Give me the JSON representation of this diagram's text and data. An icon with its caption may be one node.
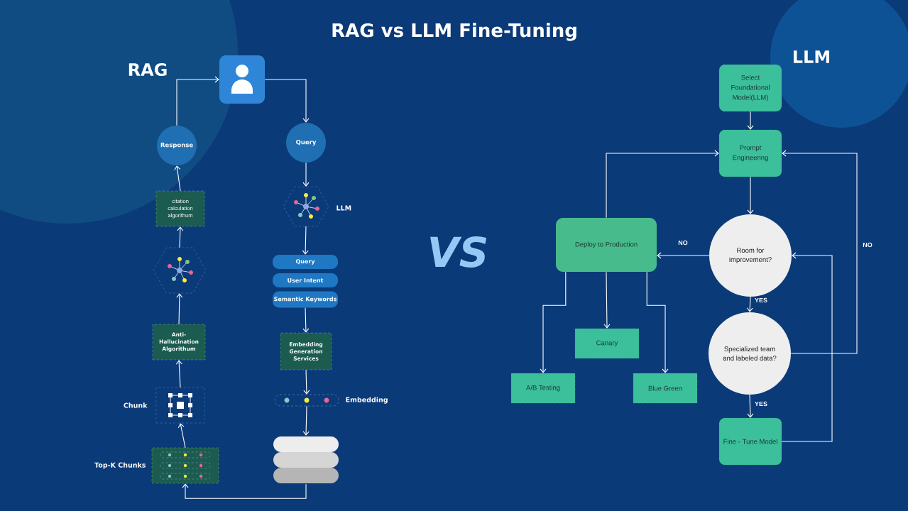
{
  "diagram": {
    "title": "RAG vs LLM Fine-Tuning",
    "nodes": [
      {
        "text": [],
        "shape": "picture"
      },
      {
        "text": [
          "Response"
        ]
      },
      {
        "text": [
          "Query"
        ]
      },
      {
        "text": [
          "citation calculation algorithum"
        ]
      },
      {
        "text": [],
        "shape": "picture"
      },
      {
        "text": [
          "Anti-Hallucination Algorithum"
        ]
      },
      {
        "text": [],
        "shape": "picture",
        "beside": [
          "Chunk"
        ]
      },
      {
        "text": [],
        "shape": "picture",
        "beside": [
          "Top-K Chunks"
        ]
      },
      {
        "text": [],
        "shape": "picture",
        "beside": [
          "LLM"
        ]
      },
      {
        "text": [
          "Query"
        ]
      },
      {
        "text": [
          "User Intent"
        ]
      },
      {
        "text": [
          "Semantic Keywords"
        ]
      },
      {
        "text": [
          "Embedding Generation Services"
        ]
      },
      {
        "text": [],
        "shape": "picture",
        "beside": [
          "Embedding"
        ]
      },
      {
        "text": [],
        "shape": "cylinder"
      },
      {
        "text": [
          "Select Foundational Model(LLM)"
        ]
      },
      {
        "text": [
          "Prompt Engineering"
        ]
      },
      {
        "text": [
          "Room for improvement?"
        ]
      },
      {
        "text": [
          "Deploy to Production"
        ]
      },
      {
        "text": [
          "Specialized team and labeled data?"
        ]
      },
      {
        "text": [
          "Fine - Tune Model"
        ]
      },
      {
        "text": [
          "Canary"
        ]
      },
      {
        "text": [
          "A/B Testing"
        ]
      },
      {
        "text": [
          "Blue Green"
        ]
      }
    ],
    "edges": [
      {
        "from": 1,
        "to": 0,
        "arrow": "to"
      },
      {
        "from": 0,
        "to": 2,
        "arrow": "to"
      },
      {
        "from": 2,
        "to": 8,
        "arrow": "to"
      },
      {
        "from": 8,
        "to": 9,
        "arrow": "to"
      },
      {
        "from": 11,
        "to": 12,
        "arrow": "to"
      },
      {
        "from": 12,
        "to": 13,
        "arrow": "to"
      },
      {
        "from": 13,
        "to": 14,
        "arrow": "to"
      },
      {
        "from": 14,
        "to": 7,
        "arrow": "to"
      },
      {
        "from": 7,
        "to": 6,
        "arrow": "to"
      },
      {
        "from": 6,
        "to": 5,
        "arrow": "to"
      },
      {
        "from": 5,
        "to": 4,
        "arrow": "to"
      },
      {
        "from": 4,
        "to": 3,
        "arrow": "to"
      },
      {
        "from": 3,
        "to": 1,
        "arrow": "to"
      },
      {
        "from": 15,
        "to": 16,
        "arrow": "to"
      },
      {
        "from": 16,
        "to": 17,
        "arrow": "to"
      },
      {
        "from": 17,
        "to": 18,
        "arrow": "to",
        "label": "NO"
      },
      {
        "from": 17,
        "to": 19,
        "arrow": "to",
        "label": "YES"
      },
      {
        "from": 19,
        "to": 20,
        "arrow": "to",
        "label": "YES"
      },
      {
        "from": 19,
        "to": 16,
        "arrow": "to",
        "label": "NO"
      },
      {
        "from": 20,
        "to": 17,
        "arrow": "to"
      },
      {
        "from": 18,
        "to": 16,
        "arrow": "to"
      },
      {
        "from": 18,
        "to": 22,
        "arrow": "to"
      },
      {
        "from": 18,
        "to": 21,
        "arrow": "to"
      },
      {
        "from": 18,
        "to": 23,
        "arrow": "to"
      }
    ],
    "labels": [
      "RAG",
      "VS",
      "LLM"
    ]
  }
}
